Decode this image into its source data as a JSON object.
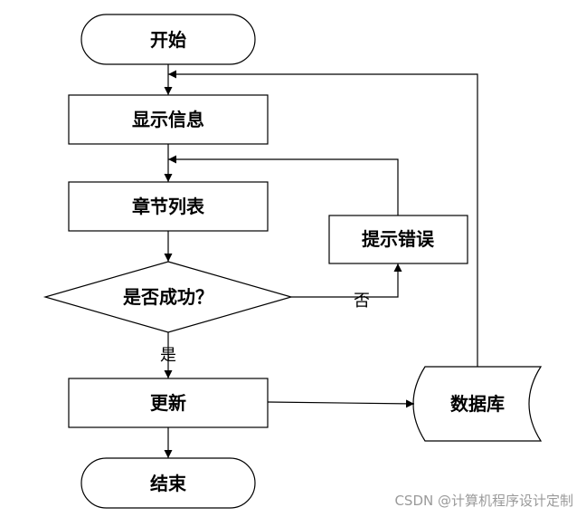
{
  "nodes": {
    "start": "开始",
    "show_info": "显示信息",
    "chapter_list": "章节列表",
    "prompt_error": "提示错误",
    "decision": "是否成功？",
    "update": "更新",
    "database": "数据库",
    "end": "结束"
  },
  "edges": {
    "no_label": "否",
    "yes_label": "是"
  },
  "watermark": "CSDN @计算机程序设计定制"
}
